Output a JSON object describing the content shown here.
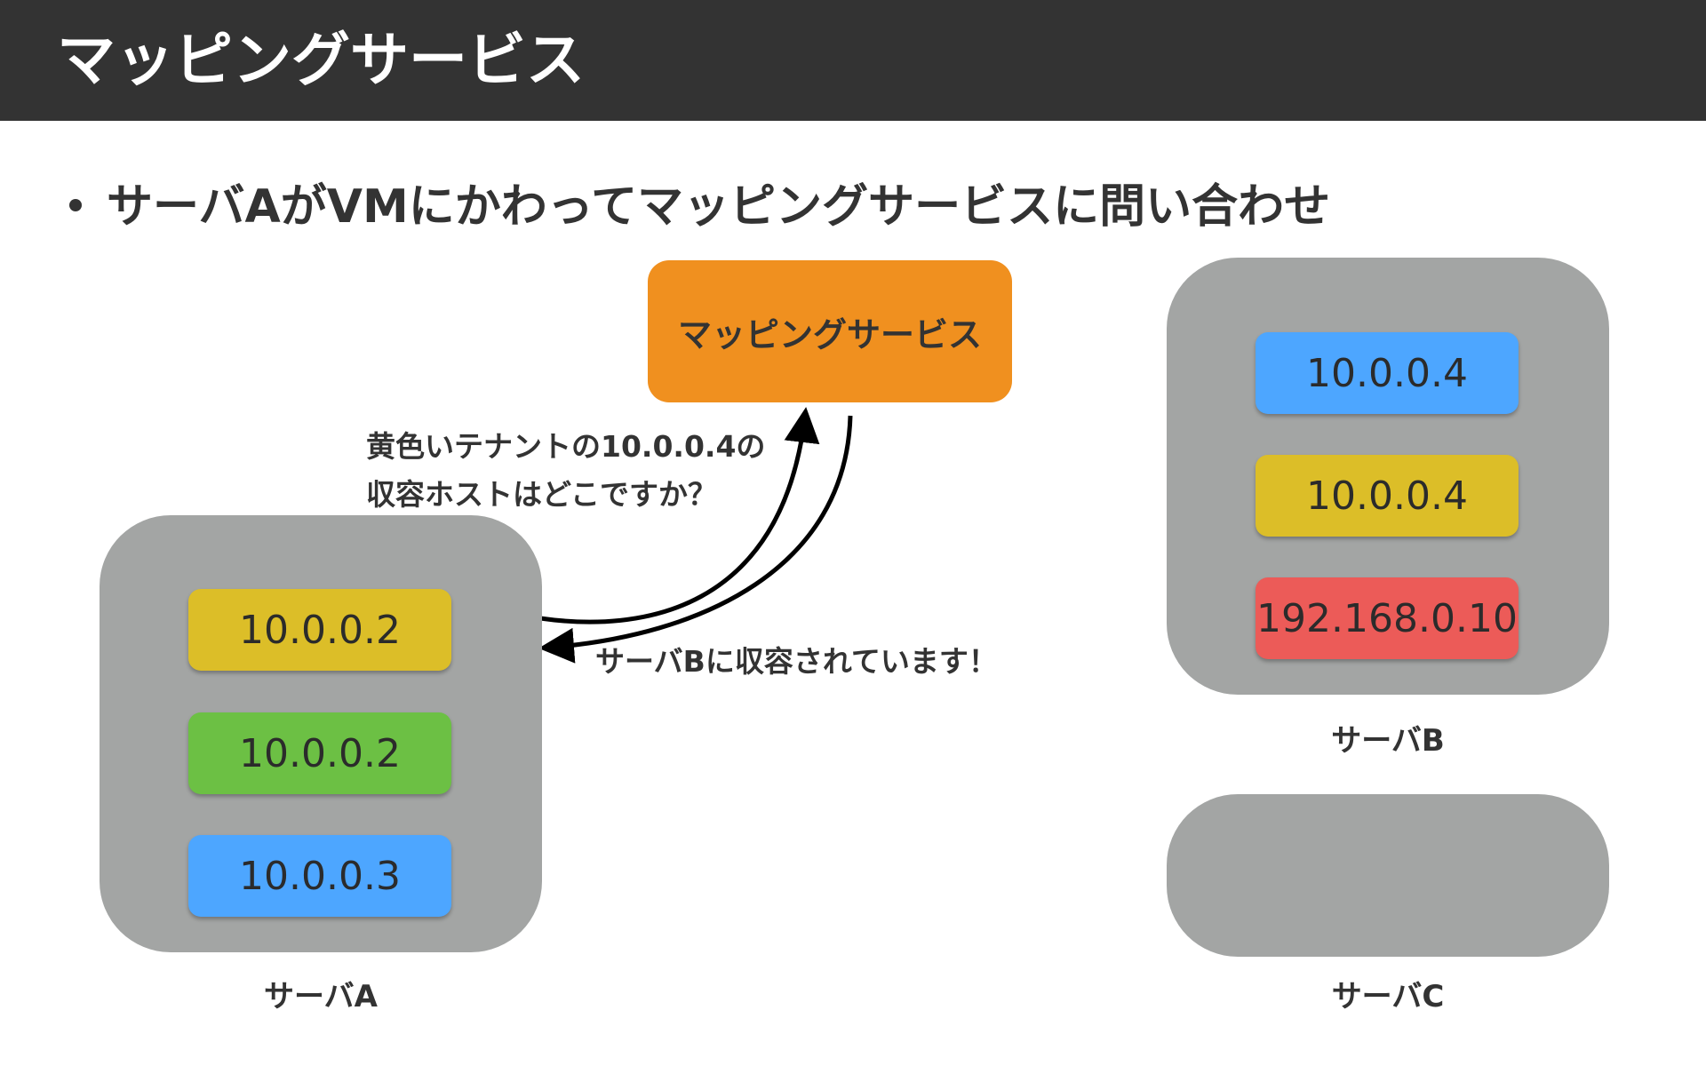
{
  "title": "マッピングサービス",
  "bullet": "サーバAがVMにかわってマッピングサービスに問い合わせ",
  "mapping_service": {
    "label": "マッピングサービス",
    "color": "#f0901f"
  },
  "query_note": {
    "line1": "黄色いテナントの10.0.0.4の",
    "line2": "収容ホストはどこですか？"
  },
  "reply_note": "サーバBに収容されています！",
  "colors": {
    "server": "#a3a5a4",
    "yellow": "#dcbe28",
    "green": "#6cc044",
    "blue": "#4da6ff",
    "red": "#ec5b58",
    "title_bar": "#333333"
  },
  "servers": {
    "a": {
      "label": "サーバA",
      "vms": [
        {
          "ip": "10.0.0.2",
          "color": "yellow"
        },
        {
          "ip": "10.0.0.2",
          "color": "green"
        },
        {
          "ip": "10.0.0.3",
          "color": "blue"
        }
      ]
    },
    "b": {
      "label": "サーバB",
      "vms": [
        {
          "ip": "10.0.0.4",
          "color": "blue"
        },
        {
          "ip": "10.0.0.4",
          "color": "yellow"
        },
        {
          "ip": "192.168.0.10",
          "color": "red"
        }
      ]
    },
    "c": {
      "label": "サーバC",
      "vms": []
    }
  }
}
